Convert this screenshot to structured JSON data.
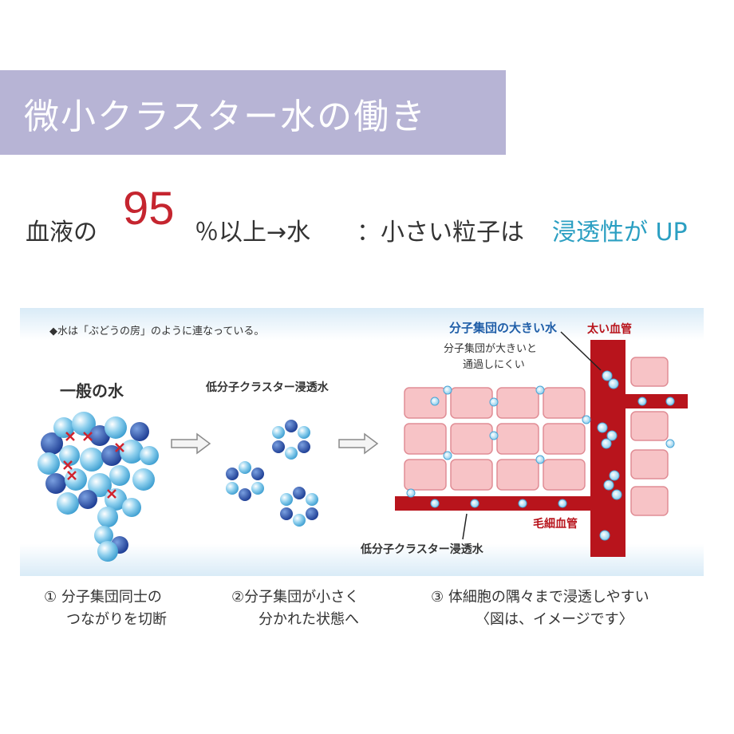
{
  "banner": {
    "title": "微小クラスター水の働き",
    "color": "#b7b4d5"
  },
  "headline": {
    "prefix": "血液の",
    "number": "95",
    "middle": "％以上→水",
    "middle2": "：小さい粒子は",
    "highlight": "浸透性が UP",
    "number_color": "#c5252f",
    "highlight_color": "#2b9fc2"
  },
  "diagram": {
    "note": "◆水は「ぶどうの房」のように連なっている。",
    "label_general": "一般の水",
    "label_low_cluster": "低分子クラスター浸透水",
    "label_big_molecule": "分子集団の大きい水",
    "label_big_desc_1": "分子集団が大きいと",
    "label_big_desc_2": "通過しにくい",
    "label_thick_vessel": "太い血管",
    "label_capillary": "毛細血管",
    "label_bottom": "低分子クラスター浸透水",
    "vessel_color": "#b8141c",
    "cell_color": "#f7c3c6"
  },
  "captions": [
    {
      "line1": "① 分子集団同士の",
      "line2": "つながりを切断"
    },
    {
      "line1": "②分子集団が小さく",
      "line2": "分かれた状態へ"
    },
    {
      "line1": "③ 体細胞の隅々まで浸透しやすい",
      "line2": "〈図は、イメージです〉"
    }
  ]
}
